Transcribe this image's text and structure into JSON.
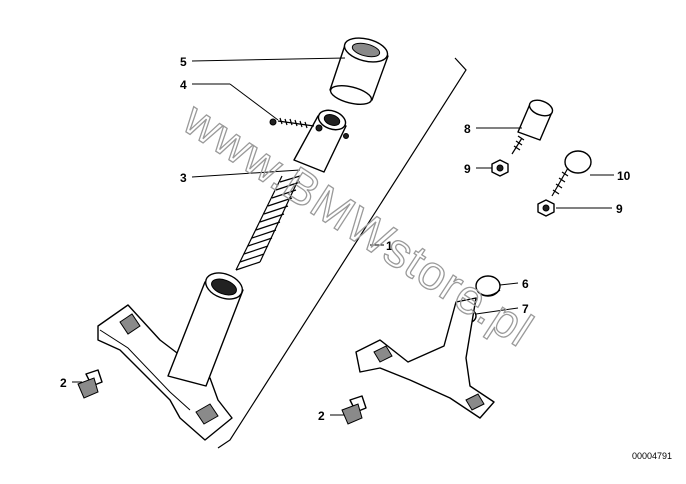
{
  "watermark": "www.BMWstore.pl",
  "diagram_code": "00004791",
  "callouts": {
    "c5": "5",
    "c4": "4",
    "c3": "3",
    "c1": "1",
    "c2_left": "2",
    "c8": "8",
    "c9_upper": "9",
    "c10": "10",
    "c9_lower": "9",
    "c6": "6",
    "c7": "7",
    "c2_right": "2"
  }
}
